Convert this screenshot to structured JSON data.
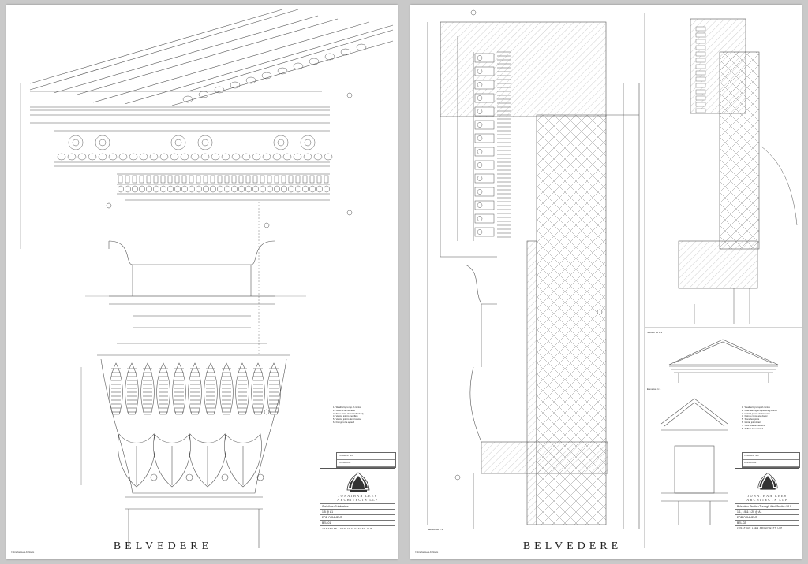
{
  "project_title": "BELVEDERE",
  "firm_name": "JONATHAN LEES ARCHITECTS LLP",
  "firm_name_line1": "JONATHAN LEES",
  "firm_name_line2": "ARCHITECTS LLP",
  "left_sheet": {
    "tb_title_value": "Corinthian Entablature",
    "tb_scale_value": "1:5 @ A1",
    "tb_status_value": "FOR COMMENT",
    "tb_drawn_value": "BEL-01",
    "rev_row1": "A      28/08/2014",
    "rev_row2": "COMMENT      JLA",
    "copyright": "© Jonathan Lees Architects"
  },
  "right_sheet": {
    "section_label_1": "Section 30 1:1",
    "section_label_2": "Section 30 1:1",
    "elevation_label": "Elevation 1:1",
    "tb_title_value": "Belvedere Section Through Joint Section 30 1",
    "tb_scale_value": "1:1, 1:5 & 1:20 @ A1",
    "tb_status_value": "FOR COMMENT",
    "tb_drawn_value": "BEL-02",
    "rev_row1": "A      28/08/2014",
    "rev_row2": "COMMENT      JLA",
    "copyright": "© Jonathan Lees Architects"
  },
  "icons": [
    "acanthus-logo-icon"
  ],
  "colors": {
    "sheet": "#ffffff",
    "background": "#c9c9c9",
    "linework": "#444444"
  }
}
